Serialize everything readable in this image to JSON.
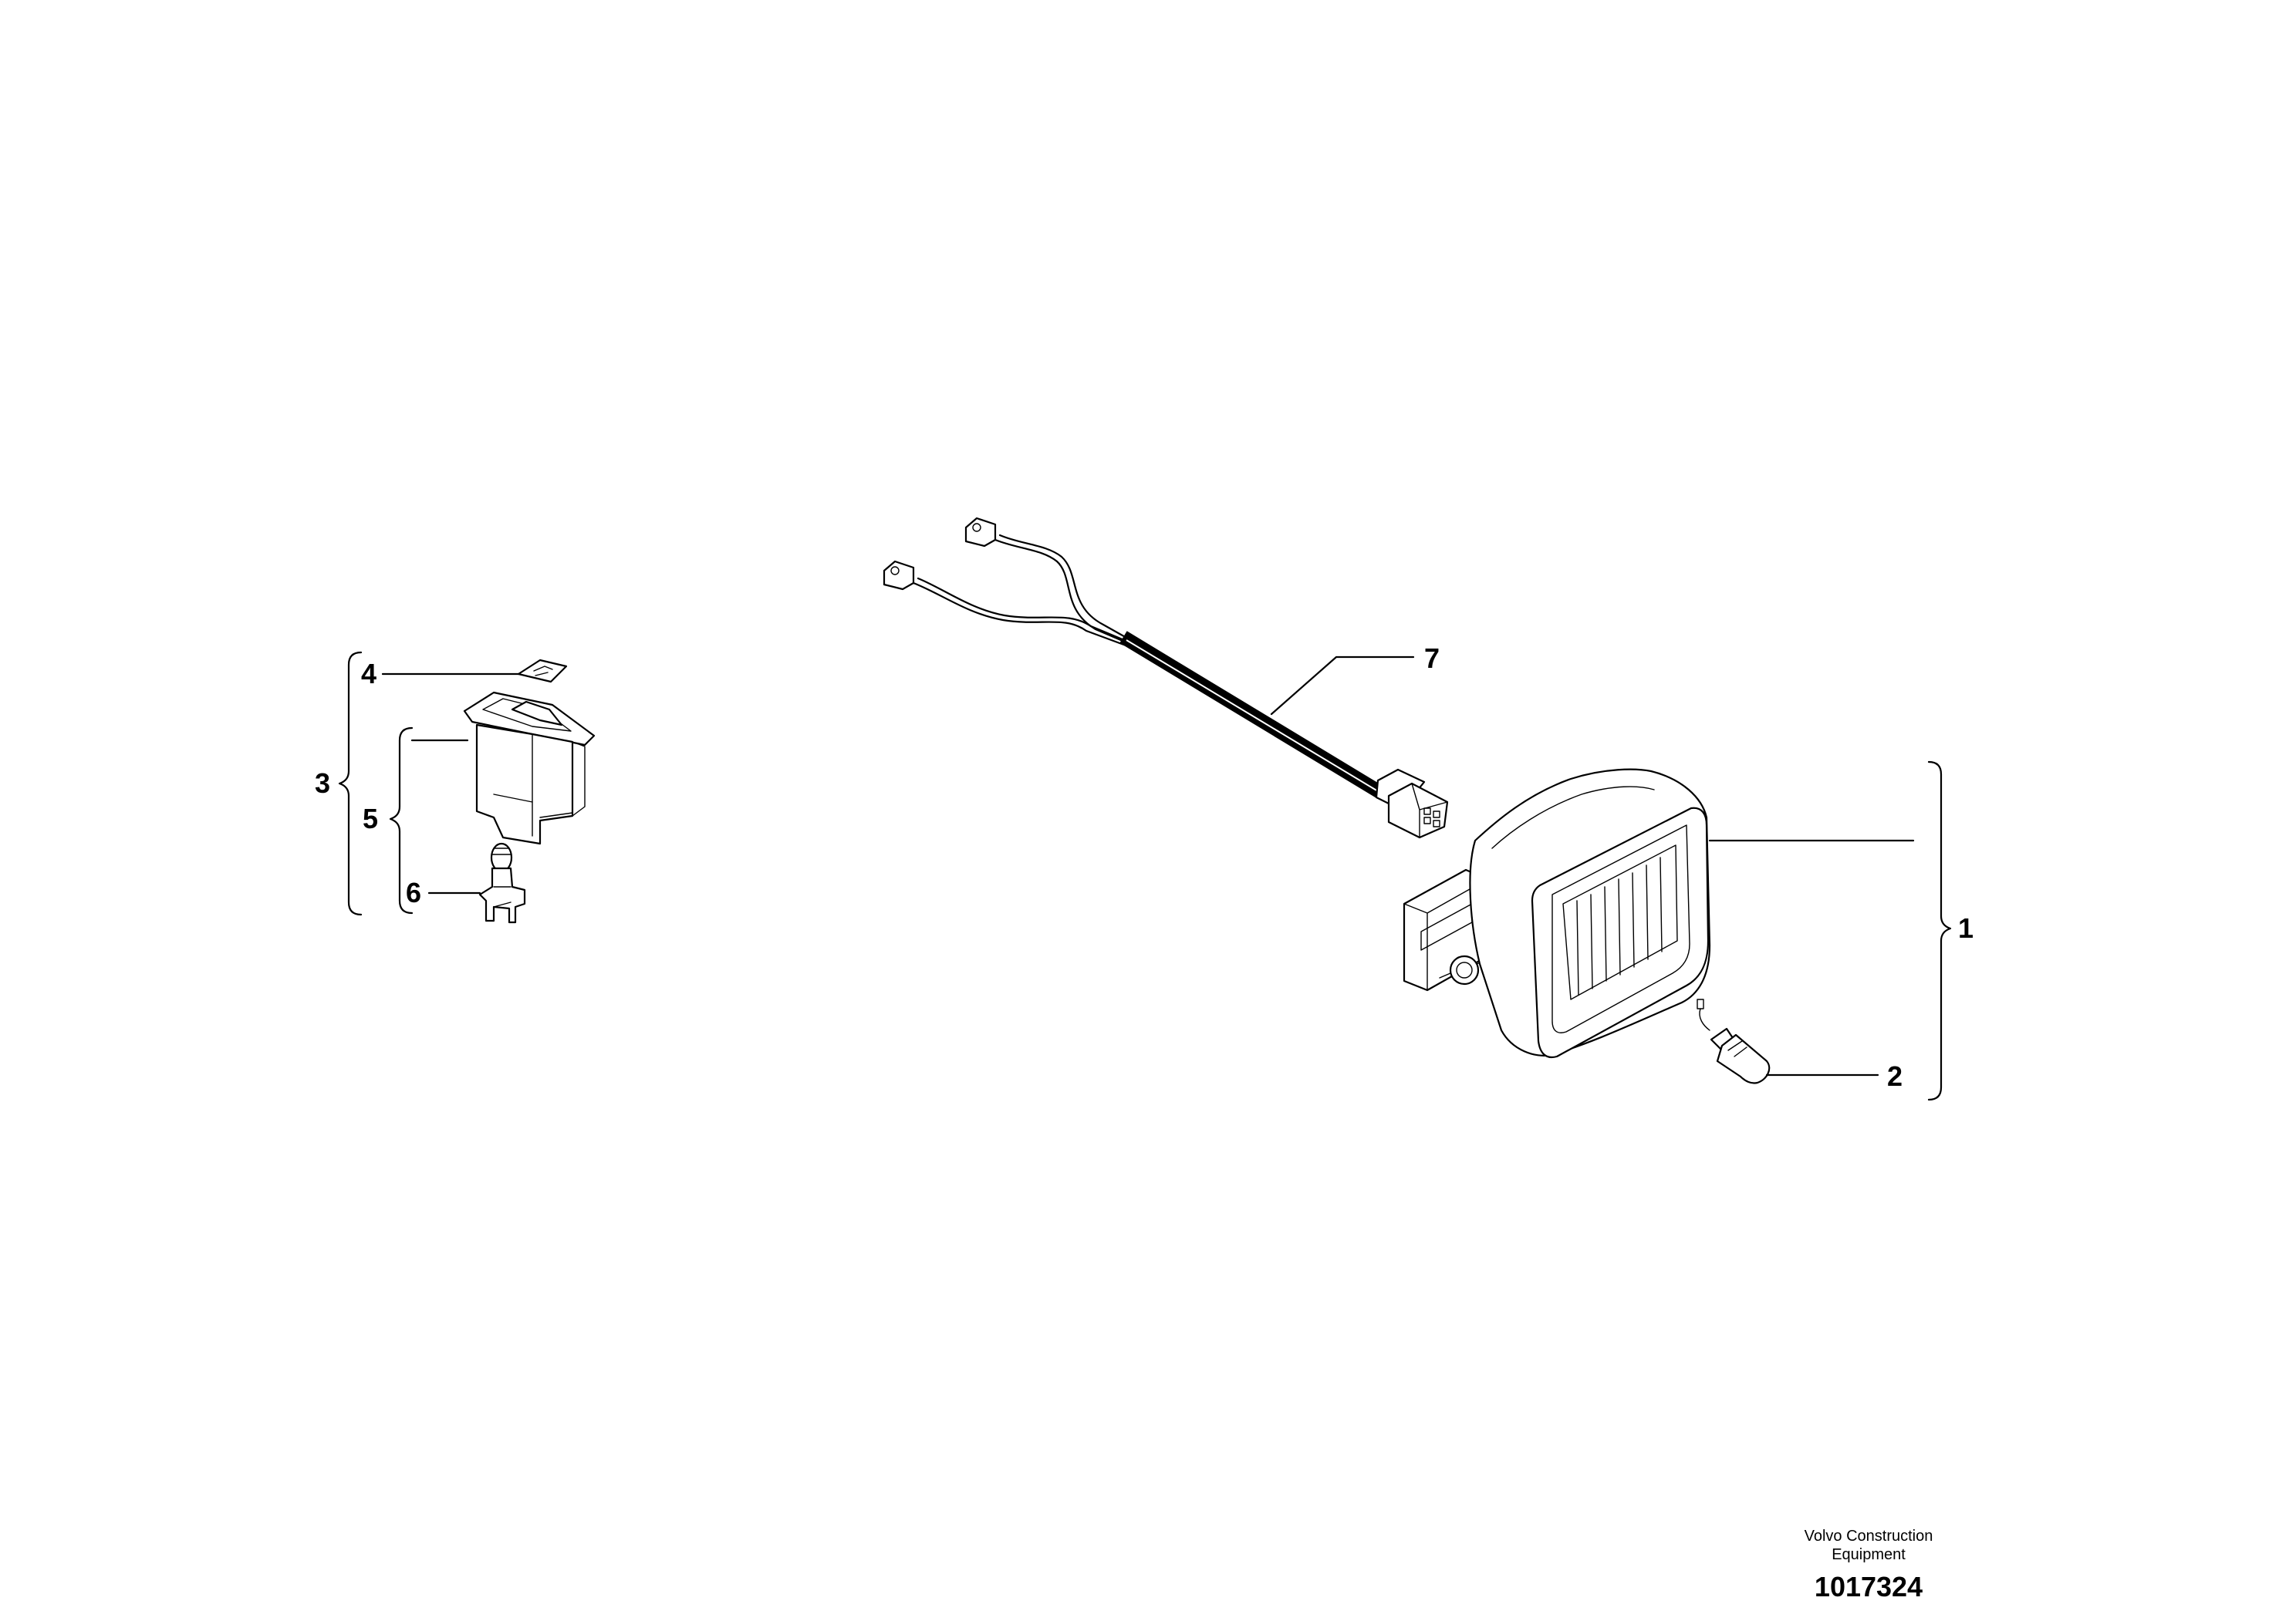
{
  "callouts": {
    "c1": "1",
    "c2": "2",
    "c3": "3",
    "c4": "4",
    "c5": "5",
    "c6": "6",
    "c7": "7"
  },
  "footer": {
    "brand_line1": "Volvo Construction",
    "brand_line2": "Equipment",
    "document_number": "1017324"
  },
  "icons": [
    "switch-decal-icon",
    "rocker-switch-icon",
    "indicator-bulb-icon",
    "wiring-harness-icon",
    "work-lamp-icon",
    "lamp-bulb-icon"
  ]
}
